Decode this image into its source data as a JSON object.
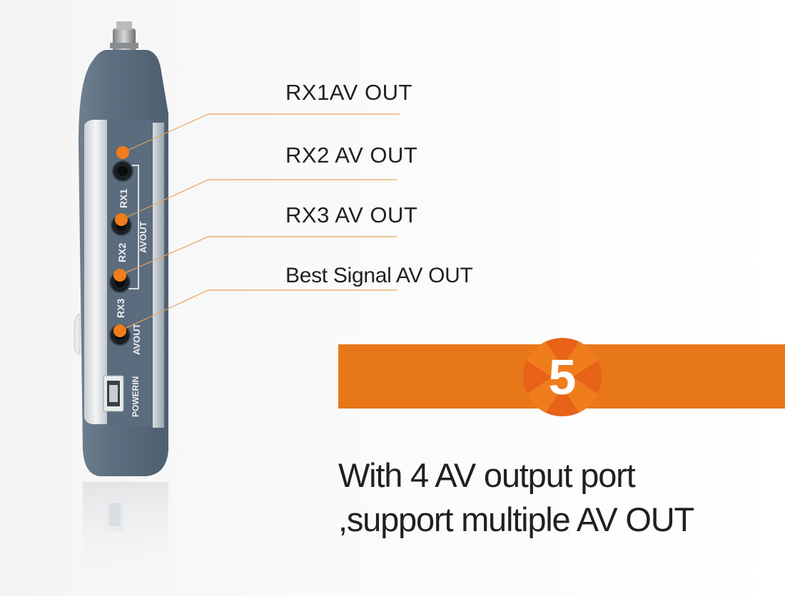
{
  "callouts": [
    {
      "id": "rx1",
      "label": "RX1AV OUT"
    },
    {
      "id": "rx2",
      "label": "RX2 AV OUT"
    },
    {
      "id": "rx3",
      "label": "RX3 AV OUT"
    },
    {
      "id": "best",
      "label": "Best Signal AV OUT"
    }
  ],
  "device": {
    "port_labels": {
      "rx1": "RX1",
      "rx2": "RX2",
      "rx3": "RX3",
      "av_out_group": "AVOUT",
      "av_out_single": "AVOUT",
      "power_in": "POWERIN"
    }
  },
  "banner": {
    "number": "5",
    "color": "#e87719",
    "badge_color": "#e86218"
  },
  "caption": {
    "line1": "With 4 AV output port",
    "line2": ",support multiple AV OUT"
  },
  "colors": {
    "accent": "#e87719",
    "dot": "#f07c1a",
    "callout_line": "#e8a25a",
    "device_body": "#5f7283",
    "text": "#231f20"
  }
}
